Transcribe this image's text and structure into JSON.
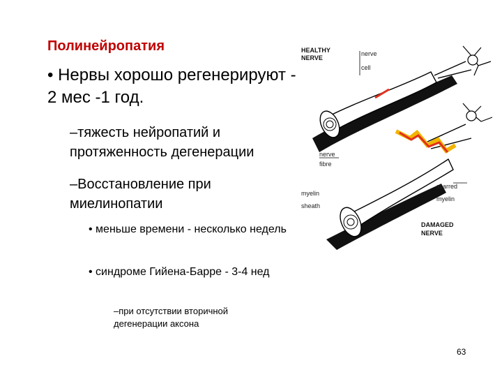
{
  "slide": {
    "title": "Полинейропатия",
    "bullet1": "• Нервы хорошо регенерируют - 2 мес -1 год.",
    "bullet2": "–тяжесть нейропатий и протяженность дегенерации",
    "bullet3": "–Восстановление при миелинопатии",
    "bullet4": "• меньше времени - несколько недель",
    "bullet5": "• синдроме Гийена-Барре - 3-4 нед",
    "bullet6": "–при отсутствии вторичной дегенерации аксона",
    "page_number": "63"
  },
  "illustration": {
    "healthy_line1": "HEALTHY",
    "healthy_line2": "NERVE",
    "nerve": "nerve",
    "cell": "cell",
    "nerve2": "nerve",
    "fibre": "fibre",
    "myelin": "myelin",
    "sheath": "sheath",
    "scarred": "scarred",
    "myelin2": "myelin",
    "damaged_line1": "DAMAGED",
    "damaged_line2": "NERVE"
  },
  "colors": {
    "title": "#c00000",
    "damage_red": "#e0301e",
    "damage_yellow": "#f2b400"
  }
}
